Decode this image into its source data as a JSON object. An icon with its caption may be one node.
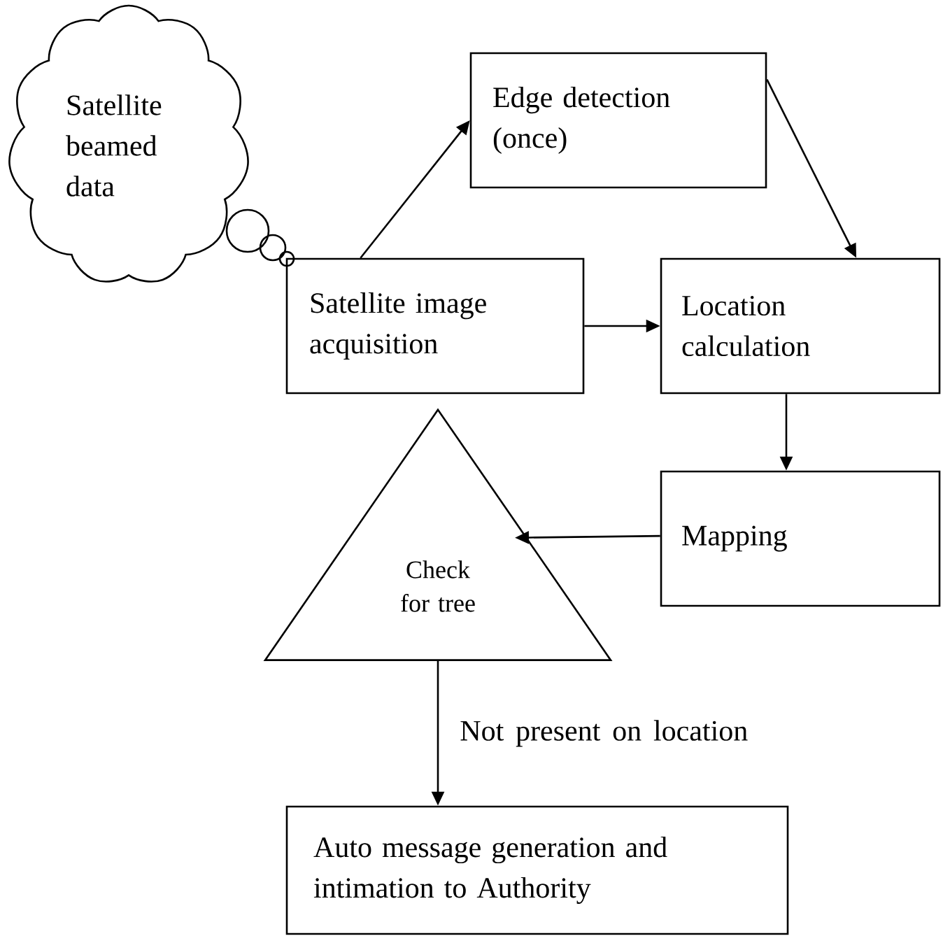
{
  "diagram": {
    "nodes": [
      {
        "text": [
          "Satellite beamed data"
        ]
      },
      {
        "text": [
          "Edge detection (once)"
        ]
      },
      {
        "text": [
          "Satellite image acquisition"
        ]
      },
      {
        "text": [
          "Location calculation"
        ]
      },
      {
        "text": [
          "Mapping"
        ]
      },
      {
        "text": [
          "Check for tree"
        ]
      },
      {
        "text": [
          "Auto message generation and intimation to Authority"
        ]
      }
    ],
    "edges": [
      {
        "from": 2,
        "to": 1,
        "arrow": "to"
      },
      {
        "from": 1,
        "to": 3,
        "arrow": "to"
      },
      {
        "from": 2,
        "to": 3,
        "arrow": "to"
      },
      {
        "from": 3,
        "to": 4,
        "arrow": "to"
      },
      {
        "from": 4,
        "to": 5,
        "arrow": "to"
      },
      {
        "from": 5,
        "to": 6,
        "arrow": "to",
        "label": "Not present on location"
      }
    ]
  }
}
